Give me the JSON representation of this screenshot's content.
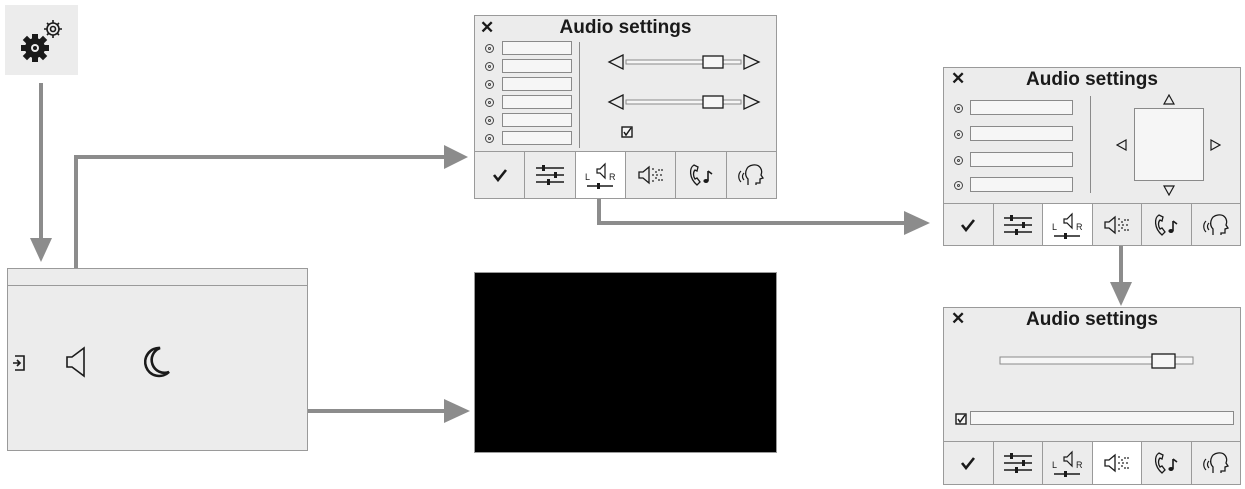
{
  "colors": {
    "panel_bg": "#ececec",
    "arrow": "#8c8c8c",
    "screen": "#000000",
    "border": "#9a9a9a"
  },
  "settings_button": {
    "icon": "settings-gears-icon"
  },
  "media_panel": {
    "icons": [
      "source-input-icon",
      "speaker-icon",
      "night-moon-icon"
    ]
  },
  "audio_panels": [
    {
      "title": "Audio settings",
      "close": "✕",
      "active_tab": "balance-tab",
      "radio_count": 6,
      "slider_levels": [
        0.7,
        0.7
      ],
      "checkbox_checked": true
    },
    {
      "title": "Audio settings",
      "close": "✕",
      "active_tab": "balance-tab",
      "radio_count": 4,
      "pad_arrows": [
        "up",
        "down",
        "left",
        "right"
      ]
    },
    {
      "title": "Audio settings",
      "close": "✕",
      "active_tab": "sound-effect-tab",
      "slider_levels": [
        0.8
      ],
      "checkbox_checked": true
    }
  ],
  "tabs": [
    "confirm-tab",
    "equalizer-tab",
    "balance-tab",
    "sound-effect-tab",
    "call-music-tab",
    "voice-tab"
  ],
  "tab_icons": [
    "checkmark-icon",
    "equalizer-sliders-icon",
    "balance-lr-icon",
    "speaker-spread-icon",
    "phone-music-icon",
    "voice-head-icon"
  ],
  "balance_labels": {
    "left": "L",
    "right": "R"
  }
}
